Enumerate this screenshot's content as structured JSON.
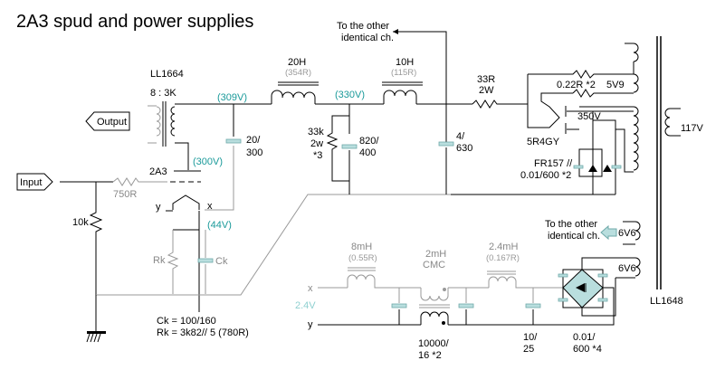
{
  "title": "2A3 spud and power supplies",
  "output_transformer": {
    "name": "LL1664",
    "ratio": "8  :  3K"
  },
  "connectors": {
    "output": "Output",
    "input": "Input"
  },
  "tube": {
    "name": "2A3",
    "filament_x": "x",
    "filament_y": "y"
  },
  "voltages": {
    "plate_supply": "(309V)",
    "plate": "(300V)",
    "cathode": "(44V)",
    "mid_supply": "(330V)",
    "filament_dc": "2.4V",
    "hv_secondary": "350V",
    "rect_heater": "5V9",
    "primary": "117V",
    "heater_a": "6V6",
    "heater_b": "6V6"
  },
  "components": {
    "grid_stopper": "750R",
    "grid_leak": "10k",
    "rk": "Rk",
    "ck": "Ck",
    "cap_20": [
      "20/",
      "300"
    ],
    "choke_20h": {
      "value": "20H",
      "dcr": "(354R)"
    },
    "choke_10h": {
      "value": "10H",
      "dcr": "(115R)"
    },
    "bleeder": [
      "33k",
      "2w",
      "*3"
    ],
    "cap_820": [
      "820/",
      "400"
    ],
    "cap_4": [
      "4/",
      "630"
    ],
    "series_r": [
      "33R",
      "2W"
    ],
    "rect_r": "0.22R *2",
    "rectifier_tube": "5R4GY",
    "diodes": [
      "FR157 //",
      "0.01/600 *2"
    ],
    "filament_choke_1": {
      "value": "8mH",
      "dcr": "(0.55R)"
    },
    "cmc": {
      "value": "2mH",
      "type": "CMC"
    },
    "filament_choke_2": {
      "value": "2.4mH",
      "dcr": "(0.167R)"
    },
    "filament_cap": [
      "10000/",
      "16 *2"
    ],
    "small_cap": [
      "10/",
      "25"
    ],
    "bridge_caps": [
      "0.01/",
      "600 *4"
    ],
    "power_transformer": "LL1648"
  },
  "notes": {
    "to_other_top": [
      "To the other",
      "identical ch."
    ],
    "to_other_bottom": [
      "To the other",
      "identical ch."
    ],
    "ck_value": "Ck = 100/160",
    "rk_value": "Rk = 3k82// 5 (780R)"
  },
  "filament_labels": {
    "x": "x",
    "y": "y"
  }
}
